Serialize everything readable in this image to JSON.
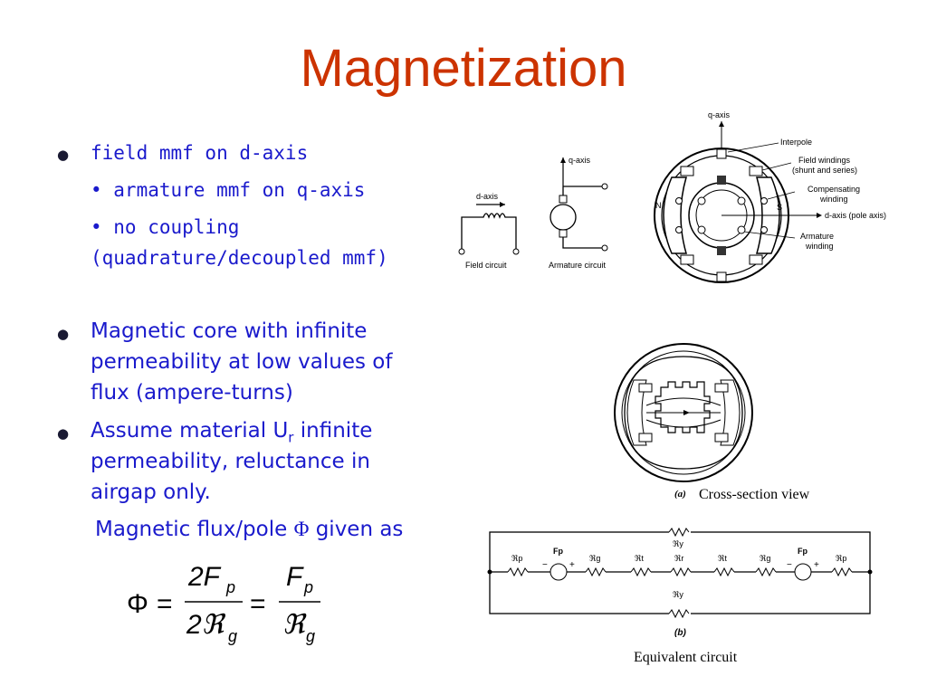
{
  "title": "Magnetization",
  "bullets": {
    "b1": "field mmf on d-axis",
    "b1a": "• armature mmf on q-axis",
    "b1b_l1": "• no coupling",
    "b1b_l2": "(quadrature/decoupled  mmf)",
    "b2_l1": "Magnetic core with infinite",
    "b2_l2": "permeability at low values of",
    "b2_l3": "flux (ampere-turns)",
    "b3_pre": "Assume material U",
    "b3_sub": "r",
    "b3_post": " infinite",
    "b3_l2": "permeability, reluctance in",
    "b3_l3": "airgap only.",
    "b4_pre": "Magnetic flux/pole ",
    "b4_phi": "Φ",
    "b4_post": " given as"
  },
  "diagram1": {
    "d_axis": "d-axis",
    "q_axis": "q-axis",
    "field_circuit": "Field circuit",
    "armature_circuit": "Armature circuit"
  },
  "diagram2": {
    "q_axis": "q-axis",
    "interpole": "Interpole",
    "field_windings_l1": "Field windings",
    "field_windings_l2": "(shunt and series)",
    "compensating_l1": "Compensating",
    "compensating_l2": "winding",
    "d_axis_pole": "d-axis (pole axis)",
    "armature_l1": "Armature",
    "armature_l2": "winding",
    "n": "N",
    "s": "S"
  },
  "diagram3": {
    "label": "(a)",
    "caption": "Cross-section view"
  },
  "diagram4": {
    "label": "(b)",
    "caption": "Equivalent circuit",
    "ry": "ℜy",
    "rp": "ℜp",
    "rg": "ℜg",
    "rt": "ℜt",
    "rr": "ℜr",
    "fp": "Fp",
    "minus": "−",
    "plus": "+"
  },
  "formula": {
    "phi": "Φ",
    "eq": "=",
    "num1": "2F",
    "sub_p": "p",
    "den1": "2ℜ",
    "sub_g": "g",
    "num2": "F",
    "den2": "ℜ"
  }
}
